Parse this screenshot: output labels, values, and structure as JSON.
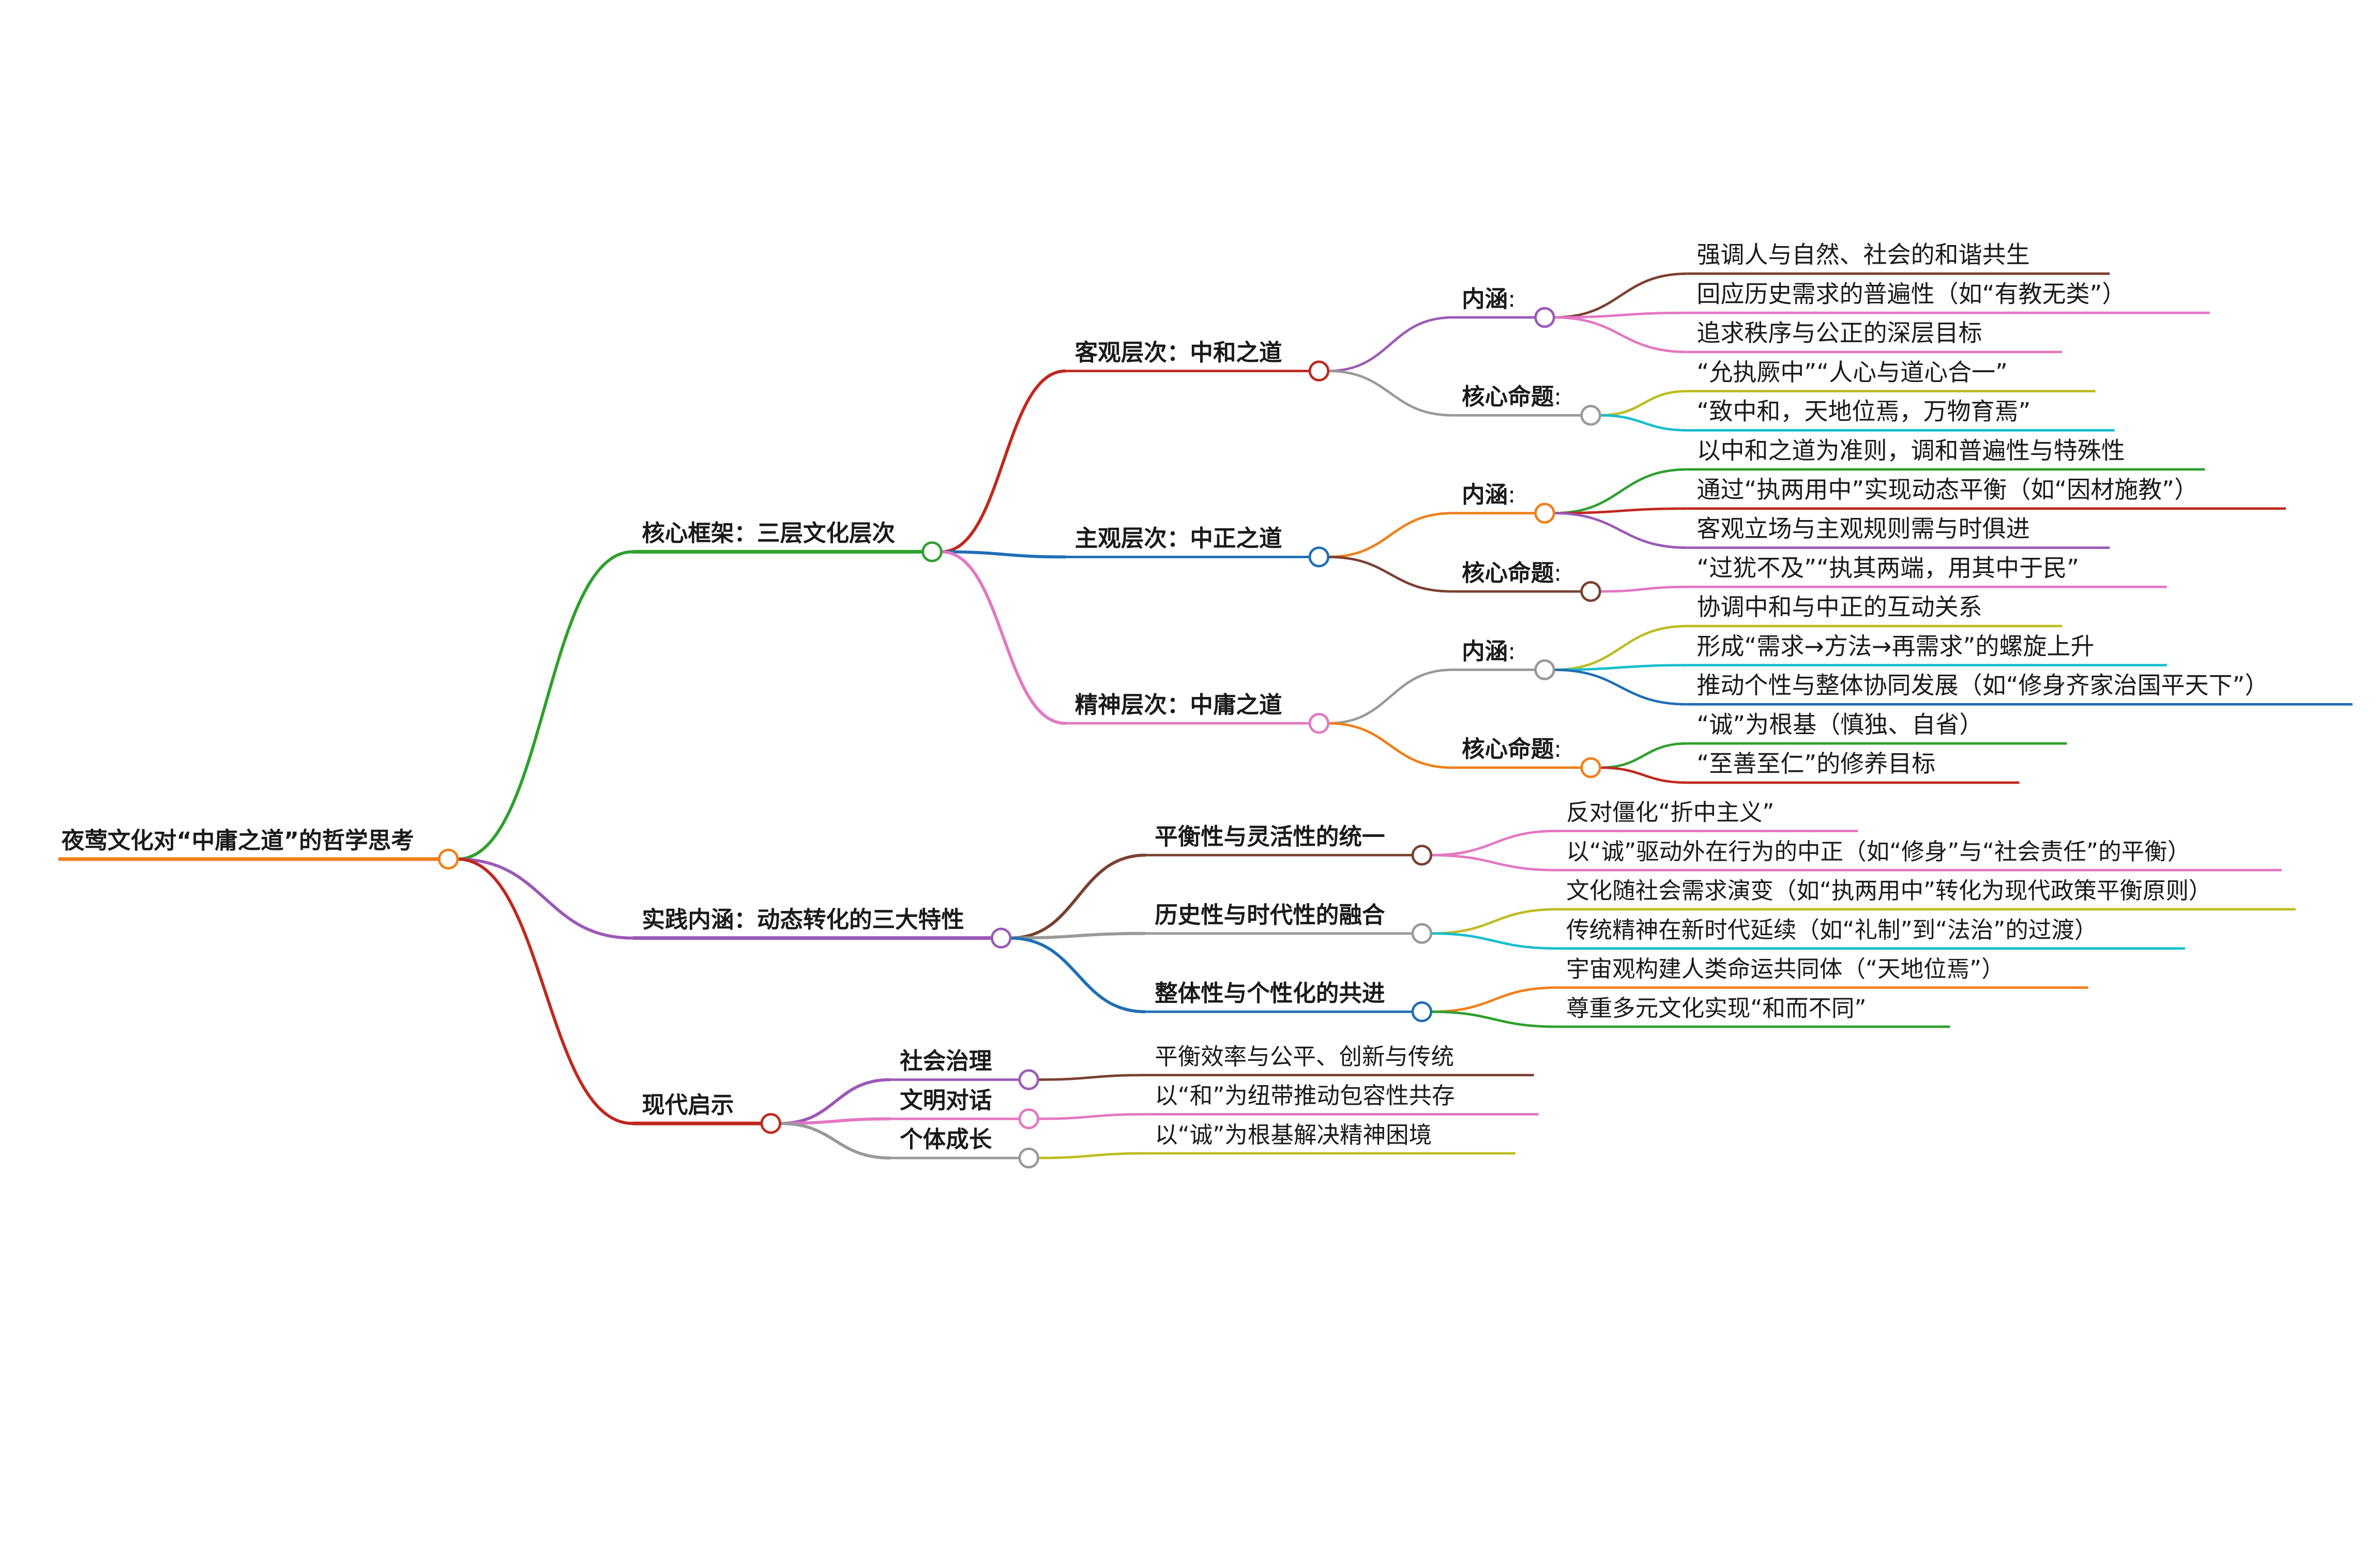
{
  "root": {
    "label": "夜莺文化对“中庸之道”的哲学思考",
    "color": "#f07f1a",
    "children": [
      {
        "label": "核心框架：三层文化层次",
        "color": "#2ea02e",
        "children": [
          {
            "label": "客观层次：中和之道",
            "color": "#c0281e",
            "children": [
              {
                "label": "内涵",
                "color": "#9b59b6",
                "children": [
                  {
                    "label": "强调人与自然、社会的和谐共生",
                    "color": "#7a4030"
                  },
                  {
                    "label": "回应历史需求的普遍性（如“有教无类”）",
                    "color": "#e377c2"
                  },
                  {
                    "label": "追求秩序与公正的深层目标",
                    "color": "#e377c2"
                  }
                ]
              },
              {
                "label": "核心命题",
                "color": "#999999",
                "children": [
                  {
                    "label": "“允执厥中”“人心与道心合一”",
                    "color": "#bcbd22"
                  },
                  {
                    "label": "“致中和，天地位焉，万物育焉”",
                    "color": "#17becf"
                  }
                ]
              }
            ]
          },
          {
            "label": "主观层次：中正之道",
            "color": "#1f6fb4",
            "children": [
              {
                "label": "内涵",
                "color": "#f07f1a",
                "children": [
                  {
                    "label": "以中和之道为准则，调和普遍性与特殊性",
                    "color": "#2ea02e"
                  },
                  {
                    "label": "通过“执两用中”实现动态平衡（如“因材施教”）",
                    "color": "#c0281e"
                  },
                  {
                    "label": "客观立场与主观规则需与时俱进",
                    "color": "#9b59b6"
                  }
                ]
              },
              {
                "label": "核心命题",
                "color": "#7a4030",
                "children": [
                  {
                    "label": "“过犹不及”“执其两端，用其中于民”",
                    "color": "#e377c2"
                  }
                ]
              }
            ]
          },
          {
            "label": "精神层次：中庸之道",
            "color": "#e377c2",
            "children": [
              {
                "label": "内涵",
                "color": "#999999",
                "children": [
                  {
                    "label": "协调中和与中正的互动关系",
                    "color": "#bcbd22"
                  },
                  {
                    "label": "形成“需求→方法→再需求”的螺旋上升",
                    "color": "#17becf"
                  },
                  {
                    "label": "推动个性与整体协同发展（如“修身齐家治国平天下”）",
                    "color": "#1f6fb4"
                  }
                ]
              },
              {
                "label": "核心命题",
                "color": "#f07f1a",
                "children": [
                  {
                    "label": "“诚”为根基（慎独、自省）",
                    "color": "#2ea02e"
                  },
                  {
                    "label": "“至善至仁”的修养目标",
                    "color": "#c0281e"
                  }
                ]
              }
            ]
          }
        ]
      },
      {
        "label": "实践内涵：动态转化的三大特性",
        "color": "#9b59b6",
        "children": [
          {
            "label": "平衡性与灵活性的统一",
            "color": "#7a4030",
            "children": [
              {
                "label": "反对僵化“折中主义”",
                "color": "#e377c2"
              },
              {
                "label": "以“诚”驱动外在行为的中正（如“修身”与“社会责任”的平衡）",
                "color": "#e377c2"
              }
            ]
          },
          {
            "label": "历史性与时代性的融合",
            "color": "#999999",
            "children": [
              {
                "label": "文化随社会需求演变（如“执两用中”转化为现代政策平衡原则）",
                "color": "#bcbd22"
              },
              {
                "label": "传统精神在新时代延续（如“礼制”到“法治”的过渡）",
                "color": "#17becf"
              }
            ]
          },
          {
            "label": "整体性与个性化的共进",
            "color": "#1f6fb4",
            "children": [
              {
                "label": "宇宙观构建人类命运共同体（“天地位焉”）",
                "color": "#f07f1a"
              },
              {
                "label": "尊重多元文化实现“和而不同”",
                "color": "#2ea02e"
              }
            ]
          }
        ]
      },
      {
        "label": "现代启示",
        "color": "#c0281e",
        "children": [
          {
            "label": "社会治理",
            "color": "#9b59b6",
            "children": [
              {
                "label": "平衡效率与公平、创新与传统",
                "color": "#7a4030"
              }
            ]
          },
          {
            "label": "文明对话",
            "color": "#e377c2",
            "children": [
              {
                "label": "以“和”为纽带推动包容性共存",
                "color": "#e377c2"
              }
            ]
          },
          {
            "label": "个体成长",
            "color": "#999999",
            "children": [
              {
                "label": "以“诚”为根基解决精神困境",
                "color": "#bcbd22"
              }
            ]
          }
        ]
      }
    ]
  }
}
